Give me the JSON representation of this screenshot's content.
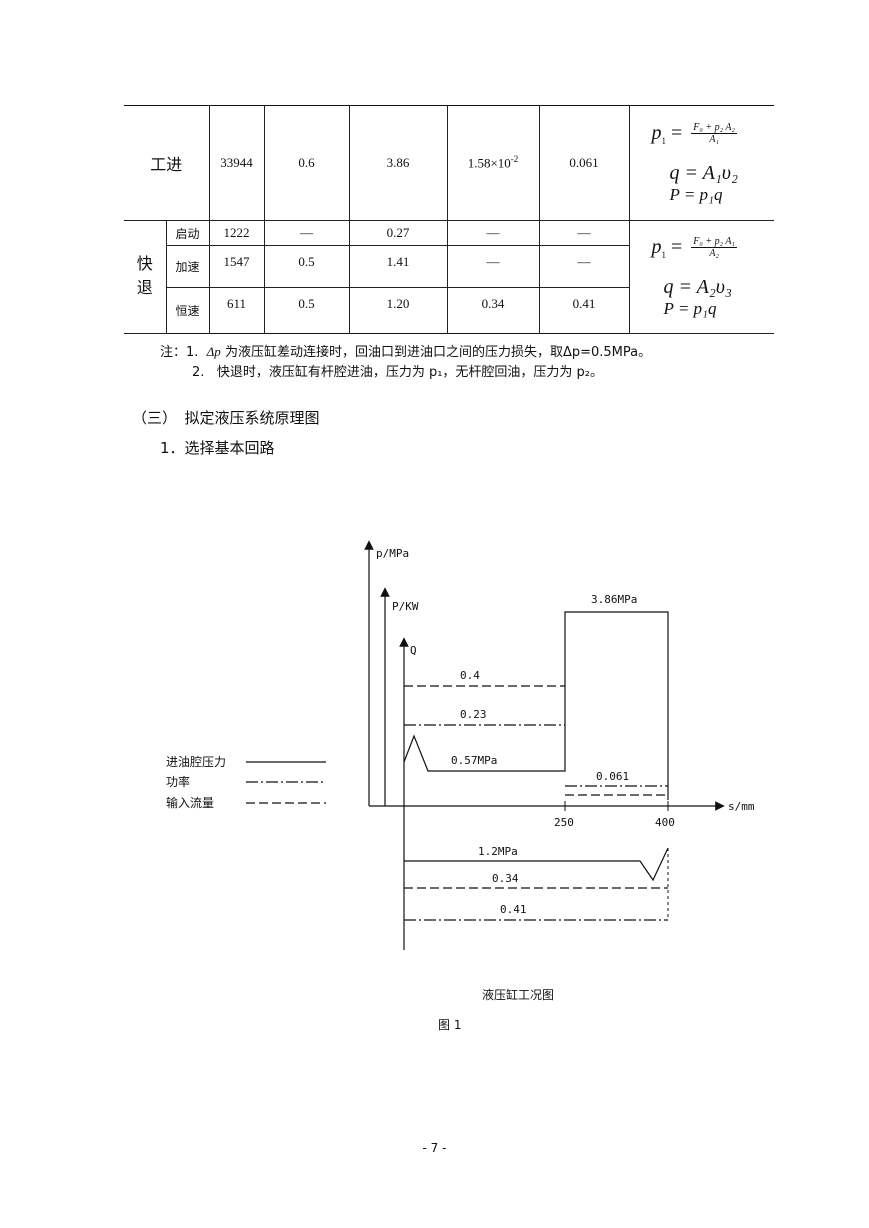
{
  "table": {
    "row_gongjin": {
      "label": "工进",
      "c1": "33944",
      "c2": "0.6",
      "c3": "3.86",
      "c4": "1.58×10",
      "c4_exp": "-2",
      "c5": "0.061"
    },
    "kuaitui_label_1": "快",
    "kuaitui_label_2": "退",
    "rows_kuaitui": [
      {
        "label": "启动",
        "c1": "1222",
        "c2": "—",
        "c3": "0.27",
        "c4": "—",
        "c5": "—"
      },
      {
        "label": "加速",
        "c1": "1547",
        "c2": "0.5",
        "c3": "1.41",
        "c4": "—",
        "c5": "—"
      },
      {
        "label": "恒速",
        "c1": "611",
        "c2": "0.5",
        "c3": "1.20",
        "c4": "0.34",
        "c5": "0.41"
      }
    ],
    "formula1": {
      "p_left": "p",
      "p_sub": "1",
      "eq": " = ",
      "num": "F₀ + p₂ A₂",
      "den": "A₁",
      "q_line": "q = A₁υ₂",
      "P_line": "P = p₁q"
    },
    "formula2": {
      "p_left": "p",
      "p_sub": "1",
      "eq": " = ",
      "num": "F₀ + p₂ A₁",
      "den": "A₂",
      "q_line": "q = A₂υ₃",
      "P_line": "P = p₁q"
    }
  },
  "notes": {
    "note1_prefix": "注：1.",
    "note1_dp": "Δp",
    "note1_text": " 为液压缸差动连接时，回油口到进油口之间的压力损失，取Δp=0.5MPa。",
    "note2_prefix": "2.",
    "note2_text": "快退时，液压缸有杆腔进油，压力为 p₁，无杆腔回油，压力为 p₂。"
  },
  "section_heading": "（三）　拟定液压系统原理图",
  "subsection_heading": "1．选择基本回路",
  "chart": {
    "axis_p": "p/MPa",
    "axis_P": "P/KW",
    "axis_Q": "Q",
    "axis_s": "s/mm",
    "tick_250": "250",
    "tick_400": "400",
    "label_386": "3.86MPa",
    "label_04": "0.4",
    "label_023": "0.23",
    "label_057": "0.57MPa",
    "label_0061": "0.061",
    "label_12": "1.2MPa",
    "label_034": "0.34",
    "label_041": "0.41",
    "legend_pressure": "进油腔压力",
    "legend_power": "功率",
    "legend_flow": "输入流量",
    "caption": "液压缸工况图",
    "figure_label": "图 1"
  },
  "chart_data": {
    "type": "line",
    "xlabel": "s/mm",
    "ylabel": "p/MPa",
    "x_ticks": [
      250,
      400
    ],
    "series": [
      {
        "name": "进油腔压力",
        "forward": [
          {
            "x_range": [
              0,
              250
            ],
            "value": 0.57,
            "unit": "MPa"
          },
          {
            "x_range": [
              250,
              400
            ],
            "value": 3.86,
            "unit": "MPa"
          }
        ],
        "return": [
          {
            "x_range": [
              0,
              400
            ],
            "value": 1.2,
            "unit": "MPa"
          }
        ]
      },
      {
        "name": "功率",
        "forward": [
          {
            "x_range": [
              0,
              250
            ],
            "value": 0.23
          },
          {
            "x_range": [
              250,
              400
            ],
            "value": 0.061
          }
        ],
        "return": [
          {
            "x_range": [
              0,
              400
            ],
            "value": 0.41
          }
        ]
      },
      {
        "name": "输入流量",
        "forward": [
          {
            "x_range": [
              0,
              250
            ],
            "value": 0.4
          }
        ],
        "return": [
          {
            "x_range": [
              0,
              400
            ],
            "value": 0.34
          }
        ]
      }
    ]
  },
  "page_number": "- 7 -"
}
